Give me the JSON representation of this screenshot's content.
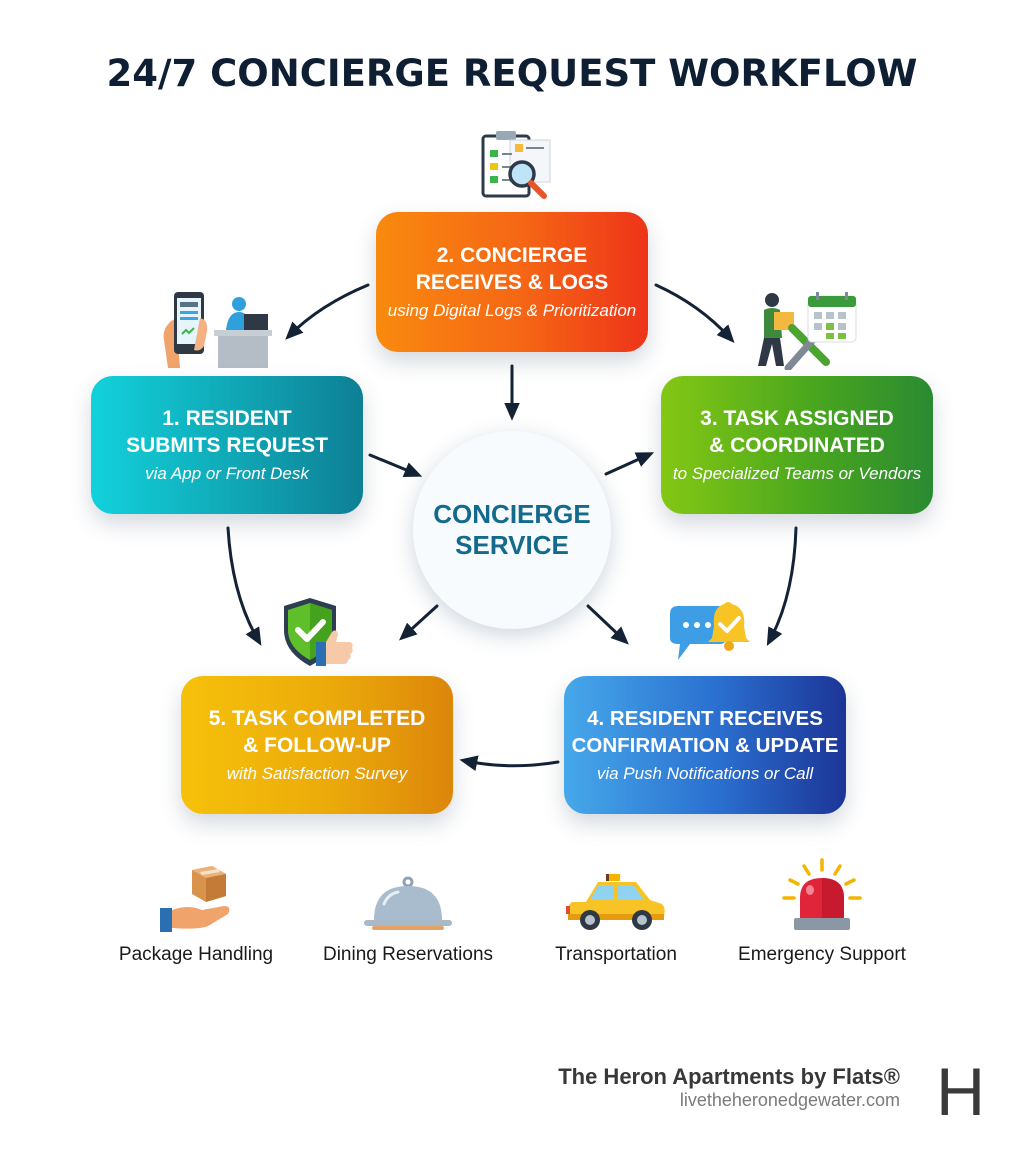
{
  "title": "24/7 CONCIERGE REQUEST WORKFLOW",
  "hub": {
    "line1": "CONCIERGE",
    "line2": "SERVICE",
    "color": "#136a8c"
  },
  "steps": [
    {
      "number": 1,
      "line1": "1. RESIDENT",
      "line2": "SUBMITS REQUEST",
      "sub": "via App or Front Desk",
      "icon": "phone-and-front-desk-icon",
      "color_start": "#12d1db",
      "color_end": "#0e7f95"
    },
    {
      "number": 2,
      "line1": "2. CONCIERGE",
      "line2": "RECEIVES & LOGS",
      "sub": "using Digital Logs & Prioritization",
      "icon": "clipboard-magnifier-icon",
      "color_start": "#f98a0e",
      "color_end": "#ee3419"
    },
    {
      "number": 3,
      "line1": "3. TASK ASSIGNED",
      "line2": "& COORDINATED",
      "sub": "to Specialized Teams or Vendors",
      "icon": "worker-wrench-calendar-icon",
      "color_start": "#84c714",
      "color_end": "#2a8a31"
    },
    {
      "number": 4,
      "line1": "4. RESIDENT RECEIVES",
      "line2": "CONFIRMATION & UPDATE",
      "sub": "via Push Notifications or Call",
      "icon": "chat-bell-icon",
      "color_start": "#46a8ea",
      "color_end": "#1c3597"
    },
    {
      "number": 5,
      "line1": "5. TASK COMPLETED",
      "line2": "& FOLLOW-UP",
      "sub": "with Satisfaction Survey",
      "icon": "shield-thumbs-up-icon",
      "color_start": "#f6c10a",
      "color_end": "#dc860a"
    }
  ],
  "services": [
    {
      "label": "Package Handling",
      "icon": "package-hand-icon"
    },
    {
      "label": "Dining Reservations",
      "icon": "cloche-icon"
    },
    {
      "label": "Transportation",
      "icon": "taxi-icon"
    },
    {
      "label": "Emergency Support",
      "icon": "siren-icon"
    }
  ],
  "footer": {
    "name": "The Heron Apartments by Flats®",
    "url": "livetheheronedgewater.com",
    "logo": "H"
  },
  "arrow_color": "#142236"
}
